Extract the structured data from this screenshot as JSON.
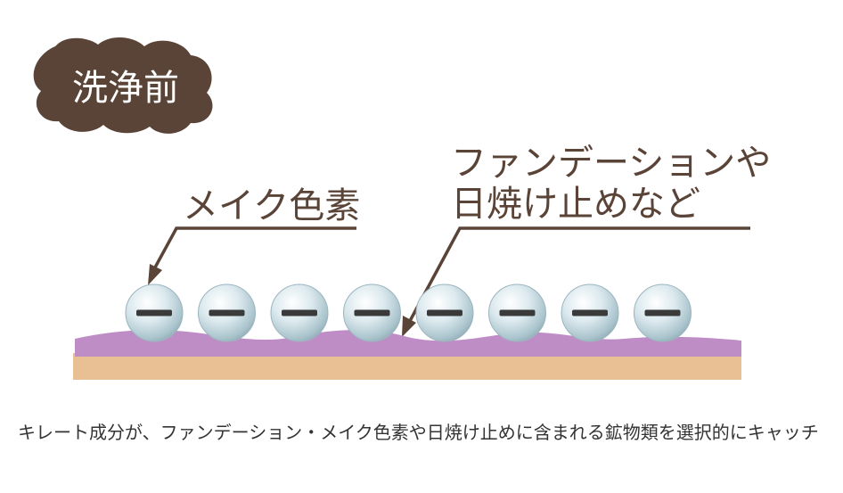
{
  "diagram": {
    "badge": {
      "label": "洗浄前",
      "color": "#5a4337"
    },
    "labels": {
      "makeup_pigment": "メイク色素",
      "foundation_line1": "ファンデーションや",
      "foundation_line2": "日焼け止めなど"
    },
    "particle_count": 8,
    "particle_sign": "minus",
    "colors": {
      "text": "#5a4337",
      "skin_surface": "#bf8dc6",
      "skin_base": "#e8c094",
      "particle": "#cfe3ea"
    }
  },
  "caption": {
    "text": "キレート成分が、ファンデーション・メイク色素や日焼け止めに含まれる鉱物類を選択的にキャッチ"
  }
}
